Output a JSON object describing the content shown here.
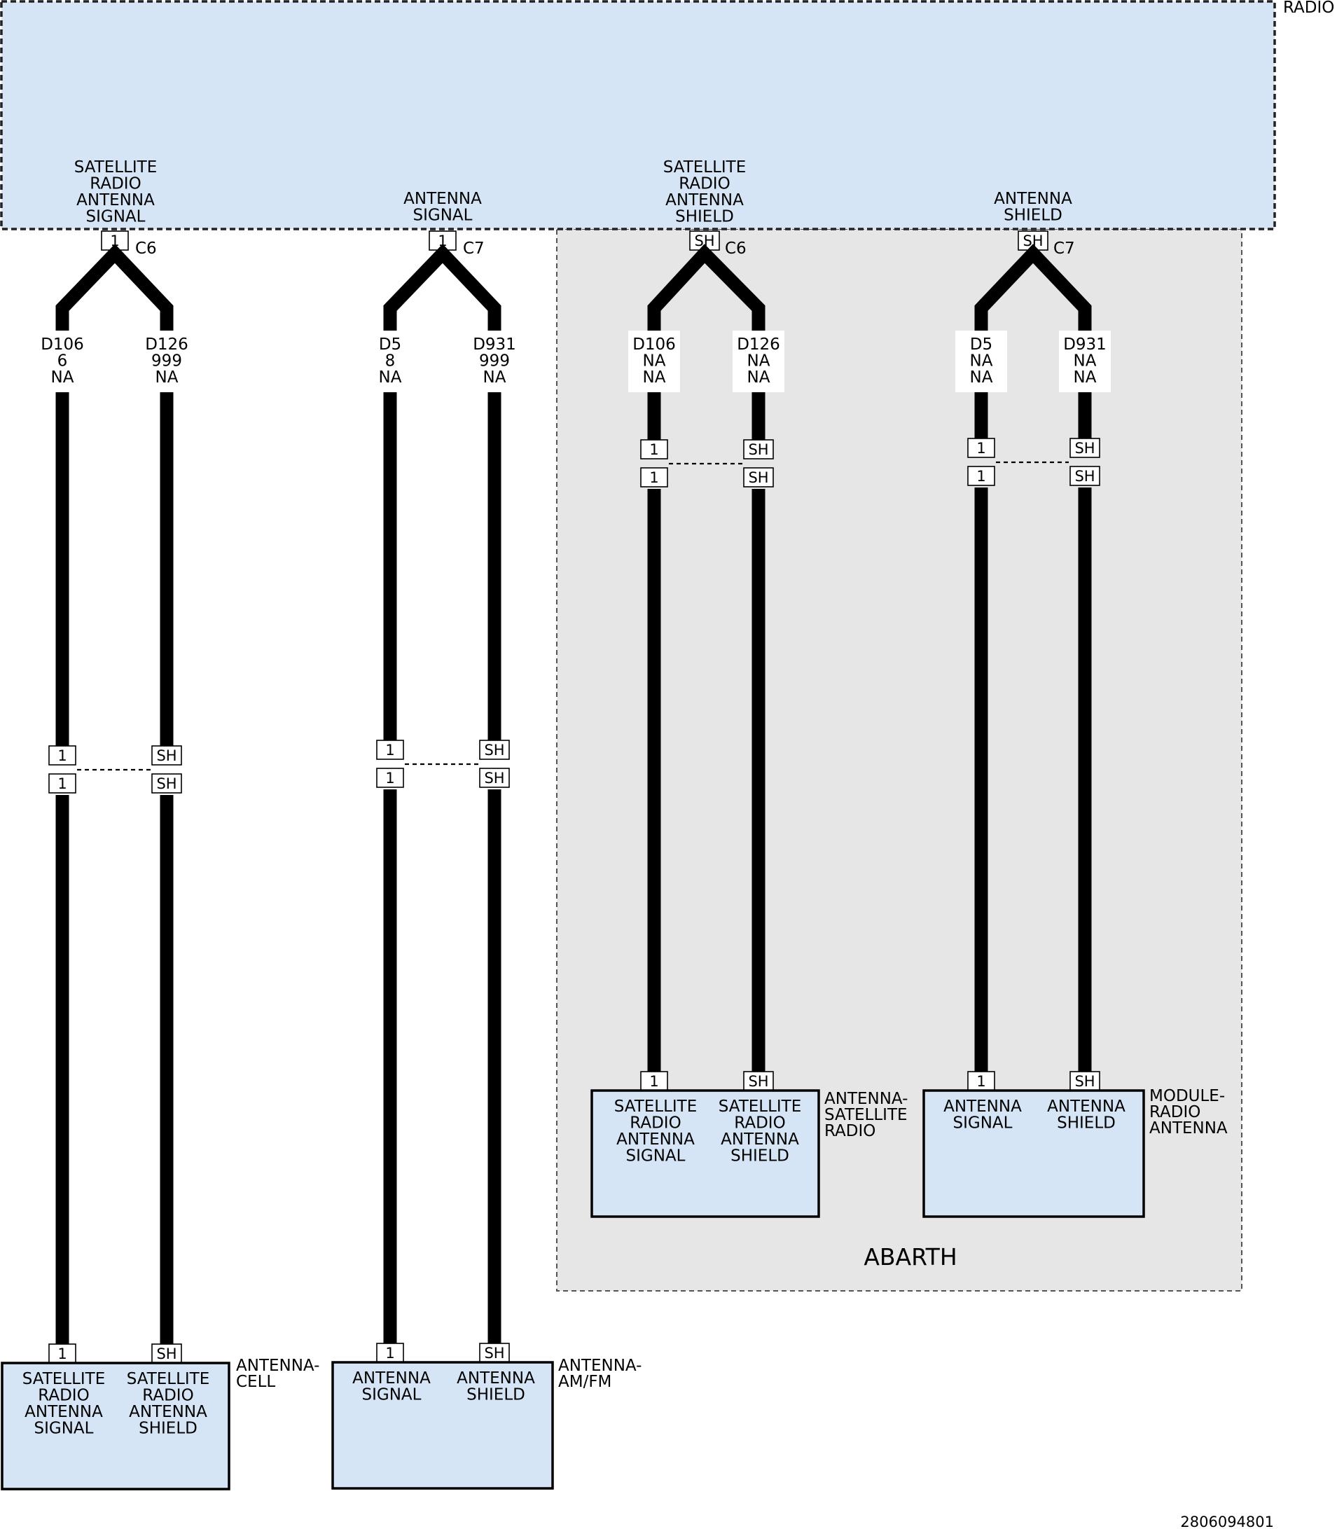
{
  "radio": {
    "name": "RADIO",
    "pins": [
      {
        "label": [
          "SATELLITE",
          "RADIO",
          "ANTENNA",
          "SIGNAL"
        ],
        "pin": "1",
        "connector": "C6"
      },
      {
        "label": [
          "ANTENNA",
          "SIGNAL"
        ],
        "pin": "1",
        "connector": "C7"
      },
      {
        "label": [
          "SATELLITE",
          "RADIO",
          "ANTENNA",
          "SHIELD"
        ],
        "pin": "SH",
        "connector": "C6"
      },
      {
        "label": [
          "ANTENNA",
          "SHIELD"
        ],
        "pin": "SH",
        "connector": "C7"
      }
    ]
  },
  "circuits": [
    {
      "wires": [
        {
          "circuit": [
            "D106",
            "6",
            "NA"
          ],
          "inline_pin": "1",
          "end_pin": "1"
        },
        {
          "circuit": [
            "D126",
            "999",
            "NA"
          ],
          "inline_pin": "SH",
          "end_pin": "SH"
        }
      ],
      "component": {
        "name": [
          "ANTENNA-",
          "CELL"
        ],
        "pins": [
          [
            "SATELLITE",
            "RADIO",
            "ANTENNA",
            "SIGNAL"
          ],
          [
            "SATELLITE",
            "RADIO",
            "ANTENNA",
            "SHIELD"
          ]
        ]
      }
    },
    {
      "wires": [
        {
          "circuit": [
            "D5",
            "8",
            "NA"
          ],
          "inline_pin": "1",
          "end_pin": "1"
        },
        {
          "circuit": [
            "D931",
            "999",
            "NA"
          ],
          "inline_pin": "SH",
          "end_pin": "SH"
        }
      ],
      "component": {
        "name": [
          "ANTENNA-",
          "AM/FM"
        ],
        "pins": [
          [
            "ANTENNA",
            "SIGNAL"
          ],
          [
            "ANTENNA",
            "SHIELD"
          ]
        ]
      }
    },
    {
      "wires": [
        {
          "circuit": [
            "D106",
            "NA",
            "NA"
          ],
          "inline_pin": "1",
          "end_pin": "1"
        },
        {
          "circuit": [
            "D126",
            "NA",
            "NA"
          ],
          "inline_pin": "SH",
          "end_pin": "SH"
        }
      ],
      "component": {
        "name": [
          "ANTENNA-",
          "SATELLITE",
          "RADIO"
        ],
        "pins": [
          [
            "SATELLITE",
            "RADIO",
            "ANTENNA",
            "SIGNAL"
          ],
          [
            "SATELLITE",
            "RADIO",
            "ANTENNA",
            "SHIELD"
          ]
        ]
      }
    },
    {
      "wires": [
        {
          "circuit": [
            "D5",
            "NA",
            "NA"
          ],
          "inline_pin": "1",
          "end_pin": "1"
        },
        {
          "circuit": [
            "D931",
            "NA",
            "NA"
          ],
          "inline_pin": "SH",
          "end_pin": "SH"
        }
      ],
      "component": {
        "name": [
          "MODULE-",
          "RADIO",
          "ANTENNA"
        ],
        "pins": [
          [
            "ANTENNA",
            "SIGNAL"
          ],
          [
            "ANTENNA",
            "SHIELD"
          ]
        ]
      }
    }
  ],
  "variant_label": "ABARTH",
  "figure_id": "2806094801",
  "colors": {
    "component_fill": "#d5e5f5",
    "variant_fill": "#e6e6e6",
    "wire": "#000000"
  }
}
